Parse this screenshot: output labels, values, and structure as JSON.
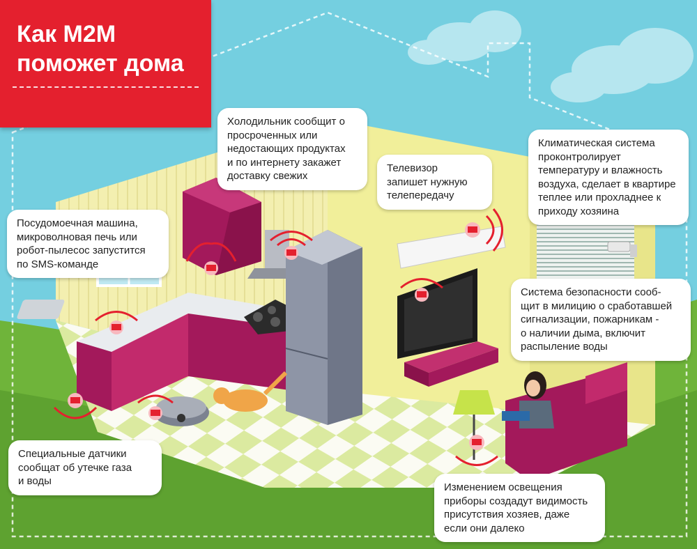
{
  "title": "Как М2М\nпоможет дома",
  "callouts": {
    "fridge": "Холодильник сообщит о\nпросроченных или\nнедостающих продуктах\nи по интернету закажет\nдоставку свежих",
    "tv": "Телевизор\nзапишет нужную\nтелепередачу",
    "climate": "Климатическая система\nпроконтролирует\nтемпературу и влажность\nвоздуха, сделает в квартире\nтеплее или прохладнее к\nприходу хозяина",
    "dishwasher": "Посудомоечная машина,\nмикроволновая печь или\nробот-пылесос запустится\nпо SMS-команде",
    "security": "Система безопасности сооб-\nщит в милицию о сработавшей\nсигнализации, пожарникам -\nо наличии дыма, включит\nраспыление воды",
    "sensors": "Специальные датчики\nсообщат об утечке газа\nи воды",
    "lighting": "Изменением освещения\nприборы создадут видимость\nприсутствия хозяев, даже\nесли они далеко"
  },
  "colors": {
    "accent": "#e4202e",
    "sky": "#74cfe0",
    "grass": "#6fb43a",
    "cabinets": "#a3195b",
    "walls": "#f1ef9a"
  }
}
